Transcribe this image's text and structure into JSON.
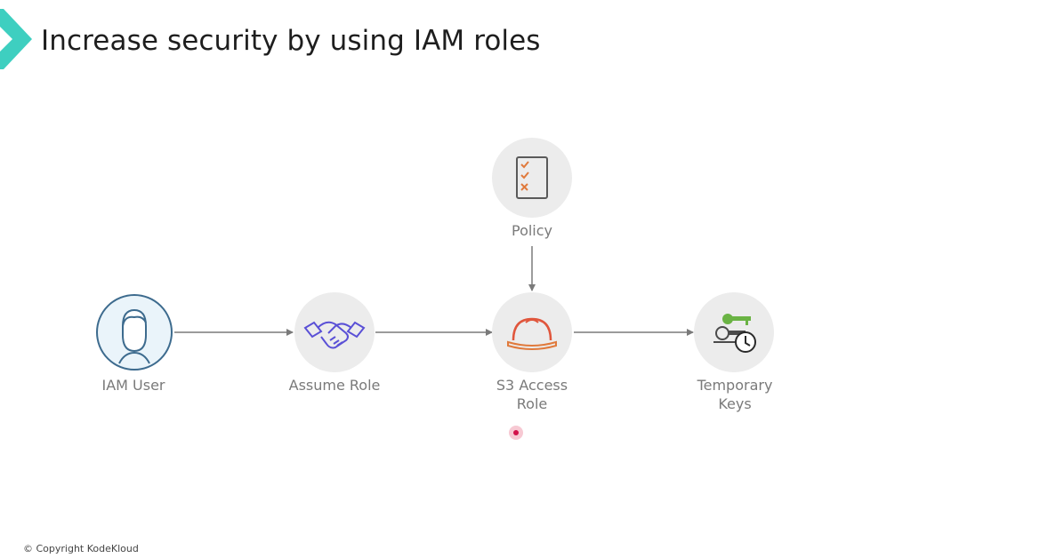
{
  "slide": {
    "title": "Increase security by using IAM roles",
    "copyright": "© Copyright KodeKloud"
  },
  "diagram": {
    "nodes": {
      "iam_user": {
        "label": "IAM User",
        "icon": "user-icon"
      },
      "assume_role": {
        "label": "Assume Role",
        "icon": "handshake-icon"
      },
      "policy": {
        "label": "Policy",
        "icon": "checklist-icon"
      },
      "s3_access_role": {
        "label_line1": "S3 Access",
        "label_line2": "Role",
        "icon": "hard-hat-icon"
      },
      "temporary_keys": {
        "label_line1": "Temporary",
        "label_line2": "Keys",
        "icon": "keys-clock-icon"
      }
    },
    "edges": [
      {
        "from": "IAM User",
        "to": "Assume Role"
      },
      {
        "from": "Assume Role",
        "to": "S3 Access Role"
      },
      {
        "from": "Policy",
        "to": "S3 Access Role"
      },
      {
        "from": "S3 Access Role",
        "to": "Temporary Keys"
      }
    ]
  },
  "colors": {
    "brand_accent": "#3ecfc0",
    "user_outline": "#3d6b8e",
    "handshake": "#5a50d6",
    "policy_icon": "#e07a3c",
    "hard_hat": "#e0563c",
    "key_green": "#6ab344",
    "arrow": "#7a7a7a",
    "label": "#7a7a7a"
  }
}
